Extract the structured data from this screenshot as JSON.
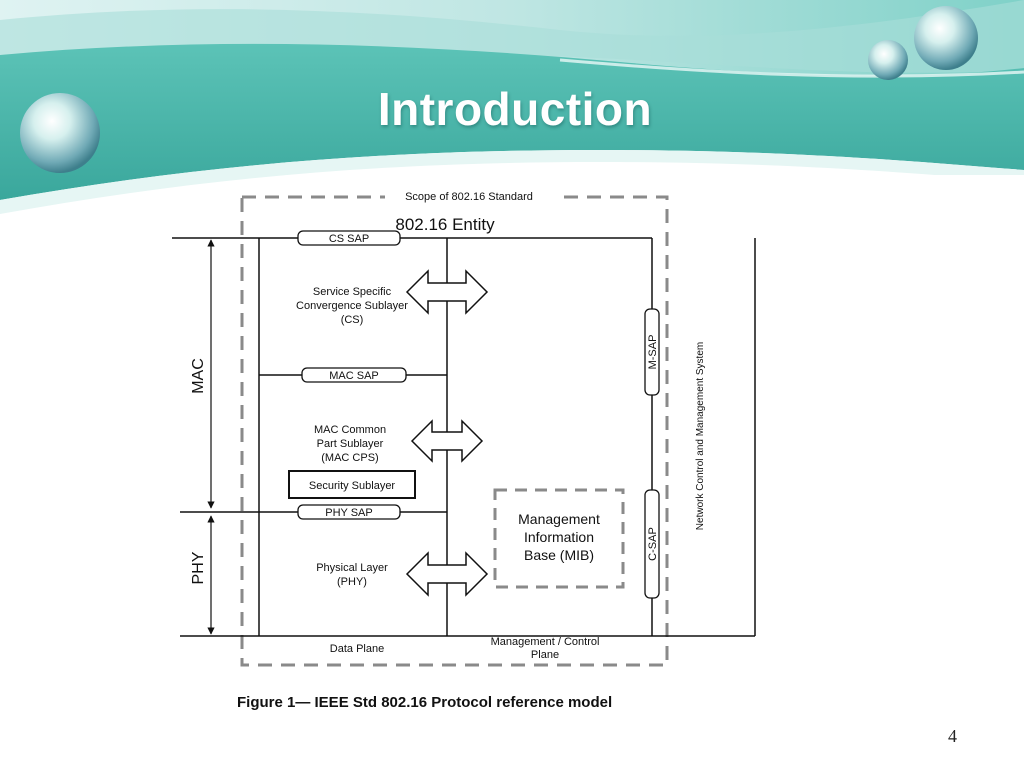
{
  "slide": {
    "title": "Introduction",
    "page_number": "4"
  },
  "diagram": {
    "scope_label": "Scope of 802.16 Standard",
    "entity_label": "802.16 Entity",
    "saps": {
      "cs": "CS SAP",
      "mac": "MAC SAP",
      "phy": "PHY SAP",
      "m": "M-SAP",
      "c": "C-SAP"
    },
    "sublayers": {
      "cs": [
        "Service Specific",
        "Convergence Sublayer",
        "(CS)"
      ],
      "mac_cps": [
        "MAC Common",
        "Part Sublayer",
        "(MAC CPS)"
      ],
      "security": "Security Sublayer",
      "phy": [
        "Physical Layer",
        "(PHY)"
      ]
    },
    "mib": [
      "Management",
      "Information",
      "Base (MIB)"
    ],
    "side_labels": {
      "mac": "MAC",
      "phy": "PHY"
    },
    "network_system": "Network Control and Management System",
    "planes": {
      "data": "Data Plane",
      "management": [
        "Management / Control",
        "Plane"
      ]
    },
    "caption": "Figure 1— IEEE Std 802.16 Protocol reference model"
  },
  "colors": {
    "banner_teal": "#4fb9ad",
    "banner_dark": "#2f8f87",
    "dash_gray": "#8a8a8a"
  }
}
